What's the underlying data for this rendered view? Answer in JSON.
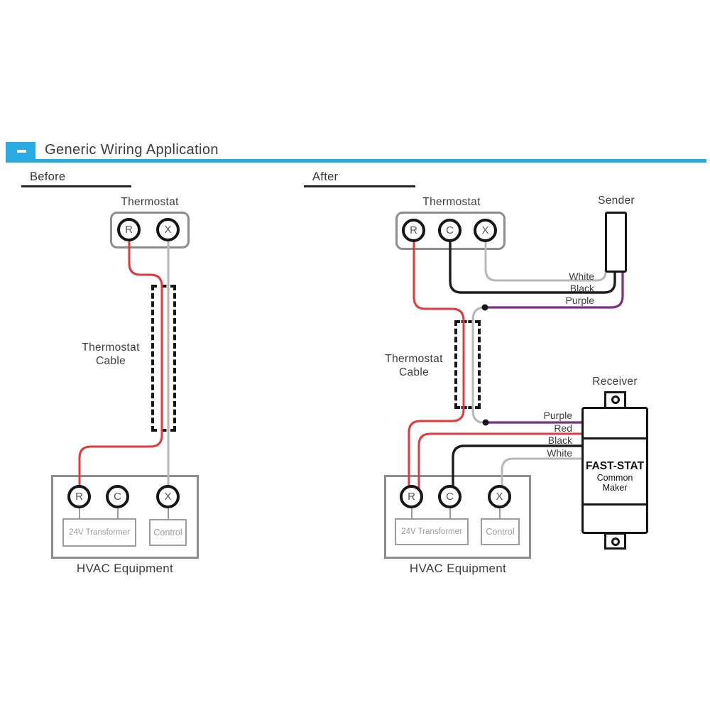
{
  "header": {
    "logo_glyph": "-",
    "title": "Generic Wiring Application"
  },
  "colors": {
    "accent": "#29abe2",
    "red": "#e03a3e",
    "purple": "#7d2d8c",
    "black": "#1c1c1c",
    "gray_wire": "#b7b7b9"
  },
  "before": {
    "section_label": "Before",
    "thermostat": {
      "label": "Thermostat",
      "terminals": [
        "R",
        "X"
      ]
    },
    "cable": {
      "line1": "Thermostat",
      "line2": "Cable"
    },
    "hvac": {
      "label": "HVAC Equipment",
      "terminals": [
        "R",
        "C",
        "X"
      ],
      "transformer_label": "24V Transformer",
      "control_label": "Control"
    }
  },
  "after": {
    "section_label": "After",
    "thermostat": {
      "label": "Thermostat",
      "terminals": [
        "R",
        "C",
        "X"
      ]
    },
    "cable": {
      "line1": "Thermostat",
      "line2": "Cable"
    },
    "sender": {
      "label": "Sender",
      "wires": [
        "White",
        "Black",
        "Purple"
      ]
    },
    "receiver": {
      "label": "Receiver",
      "wires": [
        "Purple",
        "Red",
        "Black",
        "White"
      ],
      "device_name": "FAST-STAT",
      "device_subtitle": "Common Maker"
    },
    "hvac": {
      "label": "HVAC Equipment",
      "terminals": [
        "R",
        "C",
        "X"
      ],
      "transformer_label": "24V Transformer",
      "control_label": "Control"
    }
  }
}
